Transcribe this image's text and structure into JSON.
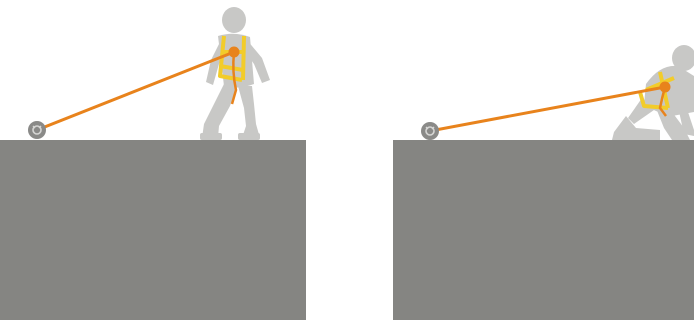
{
  "colors": {
    "background": "#ffffff",
    "platform": "#858582",
    "figure": "#c8c8c6",
    "harness": "#f2cc2a",
    "lanyard": "#e8831c",
    "attachment_point": "#e8831c",
    "anchor": "#8a8a88",
    "anchor_ring": "#d6d6d4"
  },
  "panels": [
    {
      "id": "left",
      "figure_posture": "standing",
      "icons": [
        "anchor-icon",
        "worker-icon",
        "harness-icon",
        "lanyard-line"
      ]
    },
    {
      "id": "right",
      "figure_posture": "kneeling",
      "icons": [
        "anchor-icon",
        "worker-icon",
        "harness-icon",
        "lanyard-line"
      ]
    }
  ]
}
